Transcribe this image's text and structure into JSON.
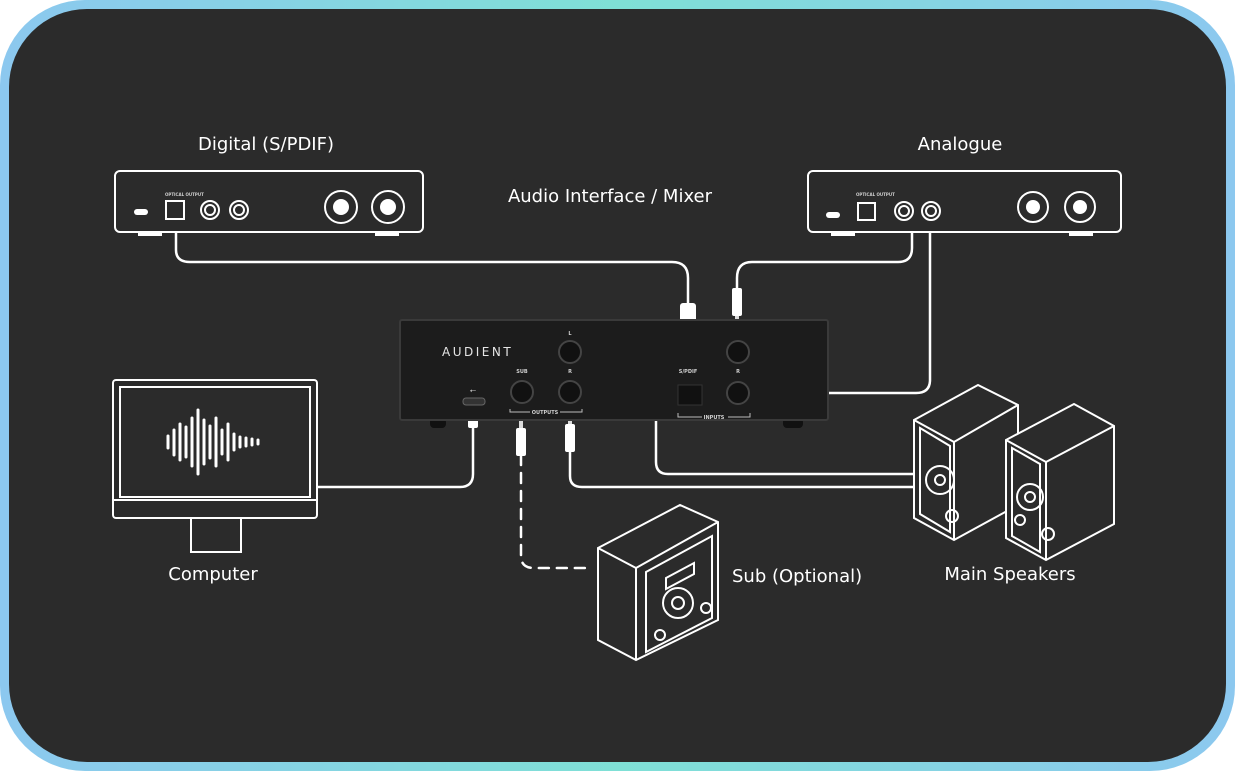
{
  "labels": {
    "digital": "Digital (S/PDIF)",
    "analogue": "Analogue",
    "interface": "Audio Interface / Mixer",
    "computer": "Computer",
    "sub": "Sub (Optional)",
    "main_speakers": "Main Speakers"
  },
  "interface_panel": {
    "brand": "AUDIENT",
    "out_l": "L",
    "out_r": "R",
    "sub": "SUB",
    "outputs": "OUTPUTS",
    "spdif": "S/PDIF",
    "in_r": "R",
    "inputs": "INPUTS"
  },
  "device_panel": {
    "optical_output": "OPTICAL OUTPUT"
  },
  "colors": {
    "background": "#2b2b2b",
    "border_teal": "#7fe0d6",
    "border_blue": "#8cc8ef",
    "line": "#ffffff"
  }
}
